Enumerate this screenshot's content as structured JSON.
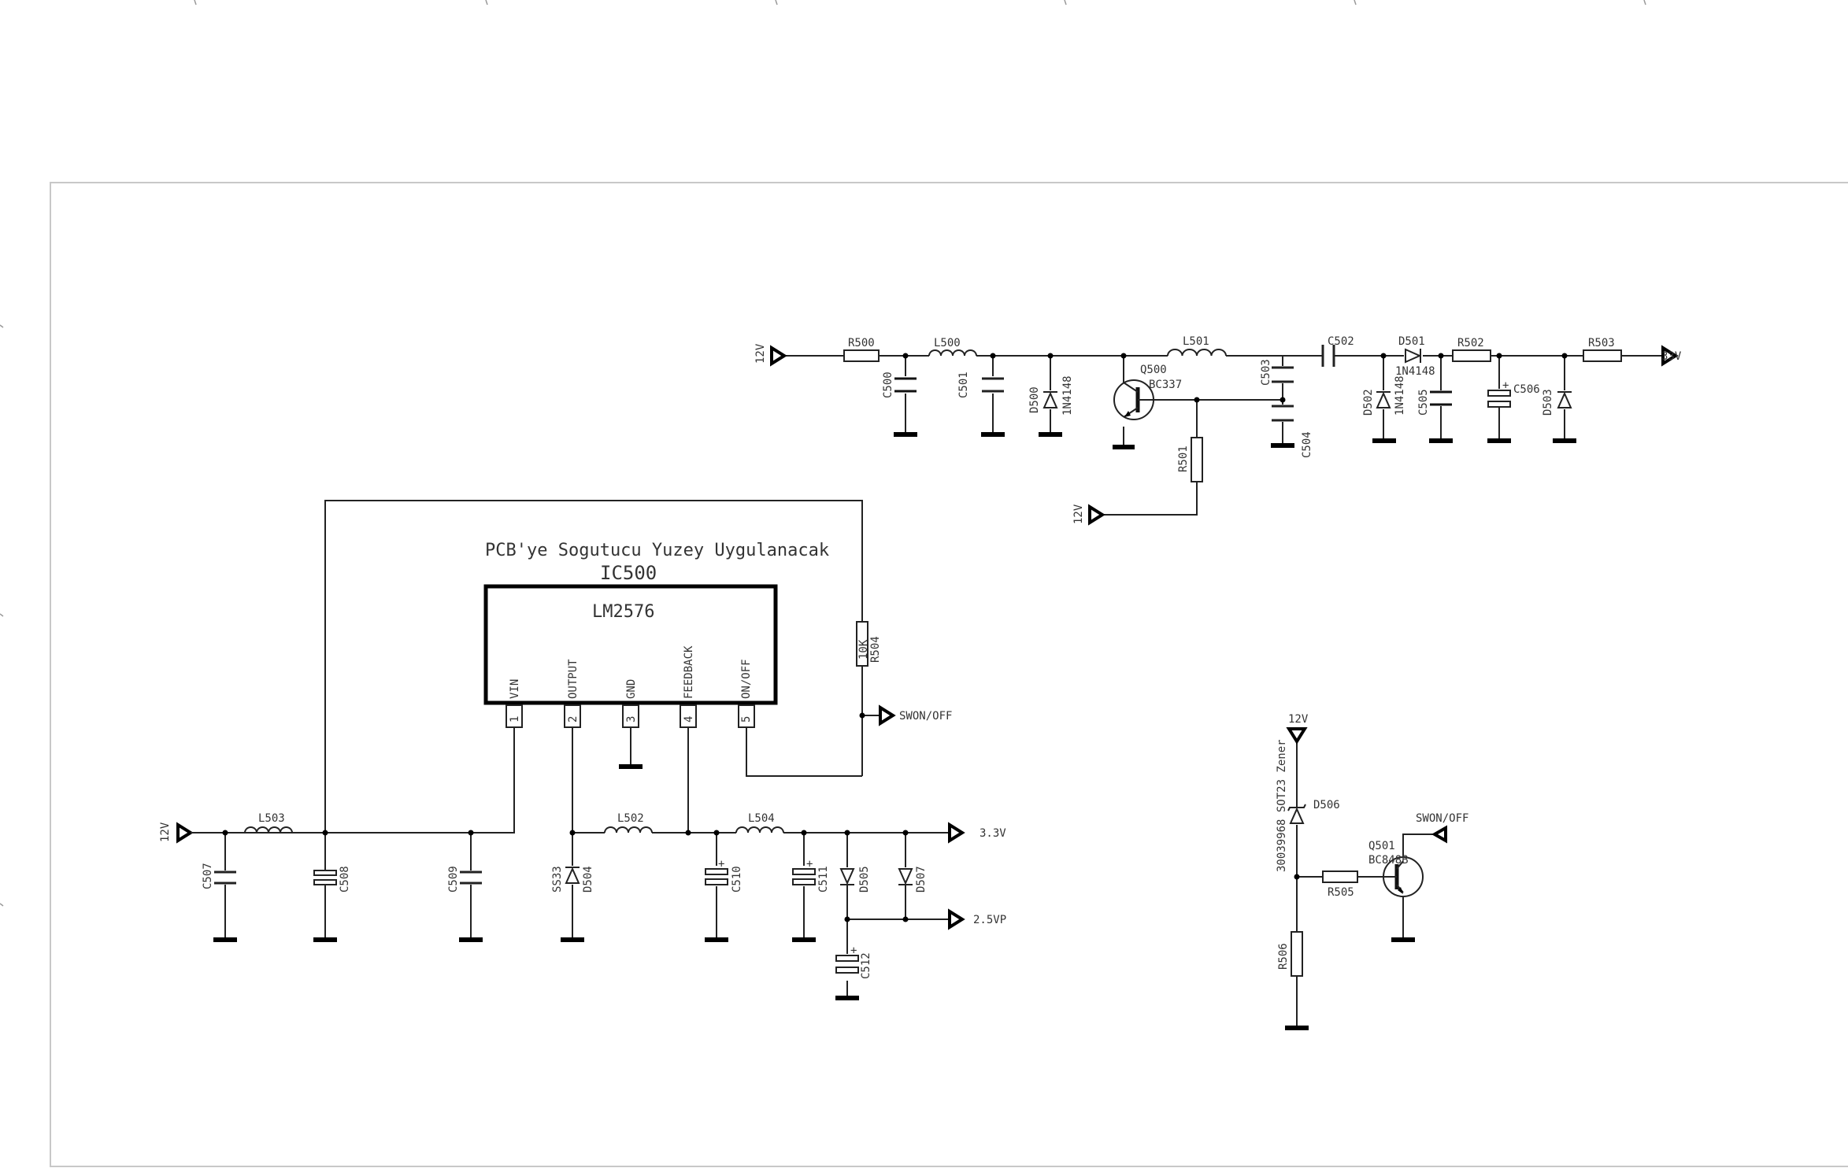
{
  "chip": {
    "note": "PCB'ye Sogutucu Yuzey Uygulanacak",
    "ref": "IC500",
    "part": "LM2576",
    "pins": [
      {
        "num": "1",
        "name": "VIN"
      },
      {
        "num": "2",
        "name": "OUTPUT"
      },
      {
        "num": "3",
        "name": "GND"
      },
      {
        "num": "4",
        "name": "FEEDBACK"
      },
      {
        "num": "5",
        "name": "ON/OFF"
      }
    ]
  },
  "nets": {
    "v12": "12V",
    "v33_top": "33V",
    "v33": "3.3V",
    "v25": "2.5VP",
    "swon_regulator": "SWON/OFF",
    "swon_switch": "SWON/OFF"
  },
  "components": {
    "R500": "R500",
    "L500": "L500",
    "C500": "C500",
    "C501": "C501",
    "D500": "D500",
    "D500_val": "1N4148",
    "Q500": "Q500",
    "Q500_val": "BC337",
    "L501": "L501",
    "C503": "C503",
    "C504": "C504",
    "R501": "R501",
    "C502": "C502",
    "D501": "D501",
    "D501_val": "1N4148",
    "D502": "D502",
    "D502_val": "1N4148",
    "C505": "C505",
    "R502": "R502",
    "C506": "C506",
    "D503": "D503",
    "R503": "R503",
    "R504": "R504",
    "R504_val": "10K",
    "C507": "C507",
    "L503": "L503",
    "C508": "C508",
    "C509": "C509",
    "D504": "D504",
    "D504_val": "SS33",
    "L502": "L502",
    "C510": "C510",
    "L504": "L504",
    "C511": "C511",
    "D505": "D505",
    "D507": "D507",
    "C512": "C512",
    "D506": "D506",
    "D506_val": "30039968 SOT23 Zener",
    "Q501": "Q501",
    "Q501_val": "BC848B",
    "R505": "R505",
    "R506": "R506"
  }
}
